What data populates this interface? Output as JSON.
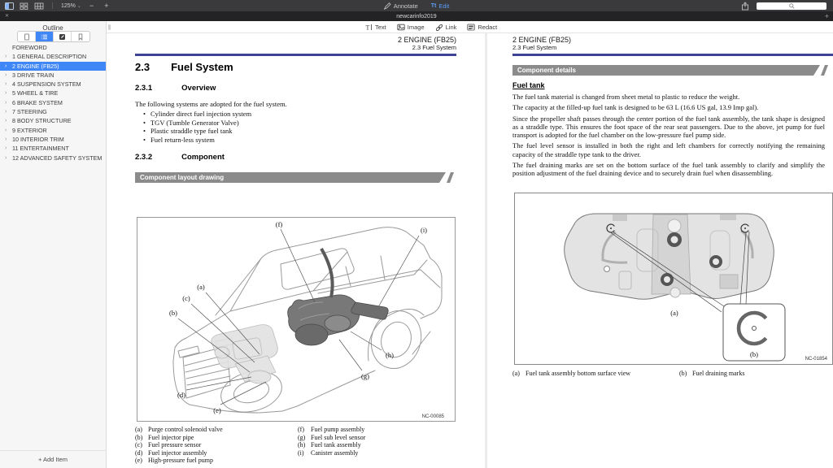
{
  "titlebar": {
    "zoom_level": "125%",
    "zoom_out": "−",
    "zoom_in": "+",
    "annotate_label": "Annotate",
    "edit_label": "Edit",
    "edit_icon": "Tt"
  },
  "tabbar": {
    "close": "✕",
    "title": "newcarinfo2019",
    "add": "+"
  },
  "edit_toolbar": {
    "text": "Text",
    "image": "Image",
    "link": "Link",
    "redact": "Redact"
  },
  "sidebar": {
    "title": "Outline",
    "items": [
      {
        "label": "FOREWORD"
      },
      {
        "label": "1 GENERAL DESCRIPTION"
      },
      {
        "label": "2 ENGINE (FB25)"
      },
      {
        "label": "3 DRIVE TRAIN"
      },
      {
        "label": "4 SUSPENSION SYSTEM"
      },
      {
        "label": "5 WHEEL & TIRE"
      },
      {
        "label": "6 BRAKE SYSTEM"
      },
      {
        "label": "7 STEERING"
      },
      {
        "label": "8 BODY STRUCTURE"
      },
      {
        "label": "9 EXTERIOR"
      },
      {
        "label": "10 INTERIOR TRIM"
      },
      {
        "label": "11 ENTERTAINMENT"
      },
      {
        "label": "12 ADVANCED SAFETY SYSTEM"
      }
    ],
    "add_item": "+ Add Item"
  },
  "left_page": {
    "header_line1": "2 ENGINE (FB25)",
    "header_line2": "2.3 Fuel System",
    "section": {
      "number": "2.3",
      "title": "Fuel System"
    },
    "overview": {
      "number": "2.3.1",
      "title": "Overview",
      "intro": "The following systems are adopted for the fuel system.",
      "bullets": [
        "Cylinder direct fuel injection system",
        "TGV (Tumble Generator Valve)",
        "Plastic straddle type fuel tank",
        "Fuel return-less system"
      ]
    },
    "component": {
      "number": "2.3.2",
      "title": "Component"
    },
    "banner": "Component layout drawing",
    "figure": {
      "id": "NC-00085",
      "labels": [
        "(a)",
        "(b)",
        "(c)",
        "(d)",
        "(e)",
        "(f)",
        "(g)",
        "(h)",
        "(i)"
      ]
    },
    "legend": [
      {
        "key": "(a)",
        "text": "Purge control solenoid valve"
      },
      {
        "key": "(b)",
        "text": "Fuel injector pipe"
      },
      {
        "key": "(c)",
        "text": "Fuel pressure sensor"
      },
      {
        "key": "(d)",
        "text": "Fuel injector assembly"
      },
      {
        "key": "(e)",
        "text": "High-pressure fuel pump"
      },
      {
        "key": "(f)",
        "text": "Fuel pump assembly"
      },
      {
        "key": "(g)",
        "text": "Fuel sub level sensor"
      },
      {
        "key": "(h)",
        "text": "Fuel tank assembly"
      },
      {
        "key": "(i)",
        "text": "Canister assembly"
      }
    ]
  },
  "right_page": {
    "header_line1": "2 ENGINE (FB25)",
    "header_line2": "2.3 Fuel System",
    "banner": "Component details",
    "subheading": "Fuel tank",
    "paragraphs": [
      "The fuel tank material is changed from sheet metal to plastic to reduce the weight.",
      "The capacity at the filled-up fuel tank is designed to be 63 L (16.6 US gal, 13.9 Imp gal).",
      "Since the propeller shaft passes through the center portion of the fuel tank assembly, the tank shape is designed as a straddle type. This ensures the foot space of the rear seat passengers. Due to the above, jet pump for fuel transport is adopted for the fuel chamber on the low-pressure fuel pump side.",
      "The fuel level sensor is installed in both the right and left chambers for correctly notifying the remaining capacity of the straddle type tank to the driver.",
      "The fuel draining marks are set on the bottom surface of the fuel tank assembly to clarify and simplify the position adjustment of the fuel draining device and to securely drain fuel when disassembling."
    ],
    "figure": {
      "id": "NC-01854",
      "label_a": "(a)",
      "label_b": "(b)"
    },
    "captions": [
      {
        "key": "(a)",
        "text": "Fuel tank assembly bottom surface view"
      },
      {
        "key": "(b)",
        "text": "Fuel draining marks"
      }
    ]
  },
  "colors": {
    "accent": "#3f86f6",
    "banner": "#8b8b8b",
    "header_rule": "#3c4396"
  }
}
